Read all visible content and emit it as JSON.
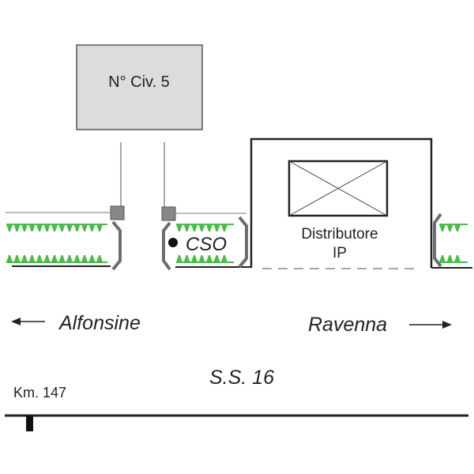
{
  "building": {
    "label": "N° Civ. 5",
    "fill": "#dcdcdc"
  },
  "station": {
    "label_line1": "Distributore",
    "label_line2": "IP"
  },
  "cso": {
    "label": "CSO"
  },
  "directions": {
    "left": "Alfonsine",
    "right": "Ravenna"
  },
  "road": {
    "name": "S.S. 16",
    "km_label": "Km. 147"
  },
  "colors": {
    "grass": "#4cbb4c",
    "curb": "#6e6e6e",
    "line": "#222222"
  }
}
